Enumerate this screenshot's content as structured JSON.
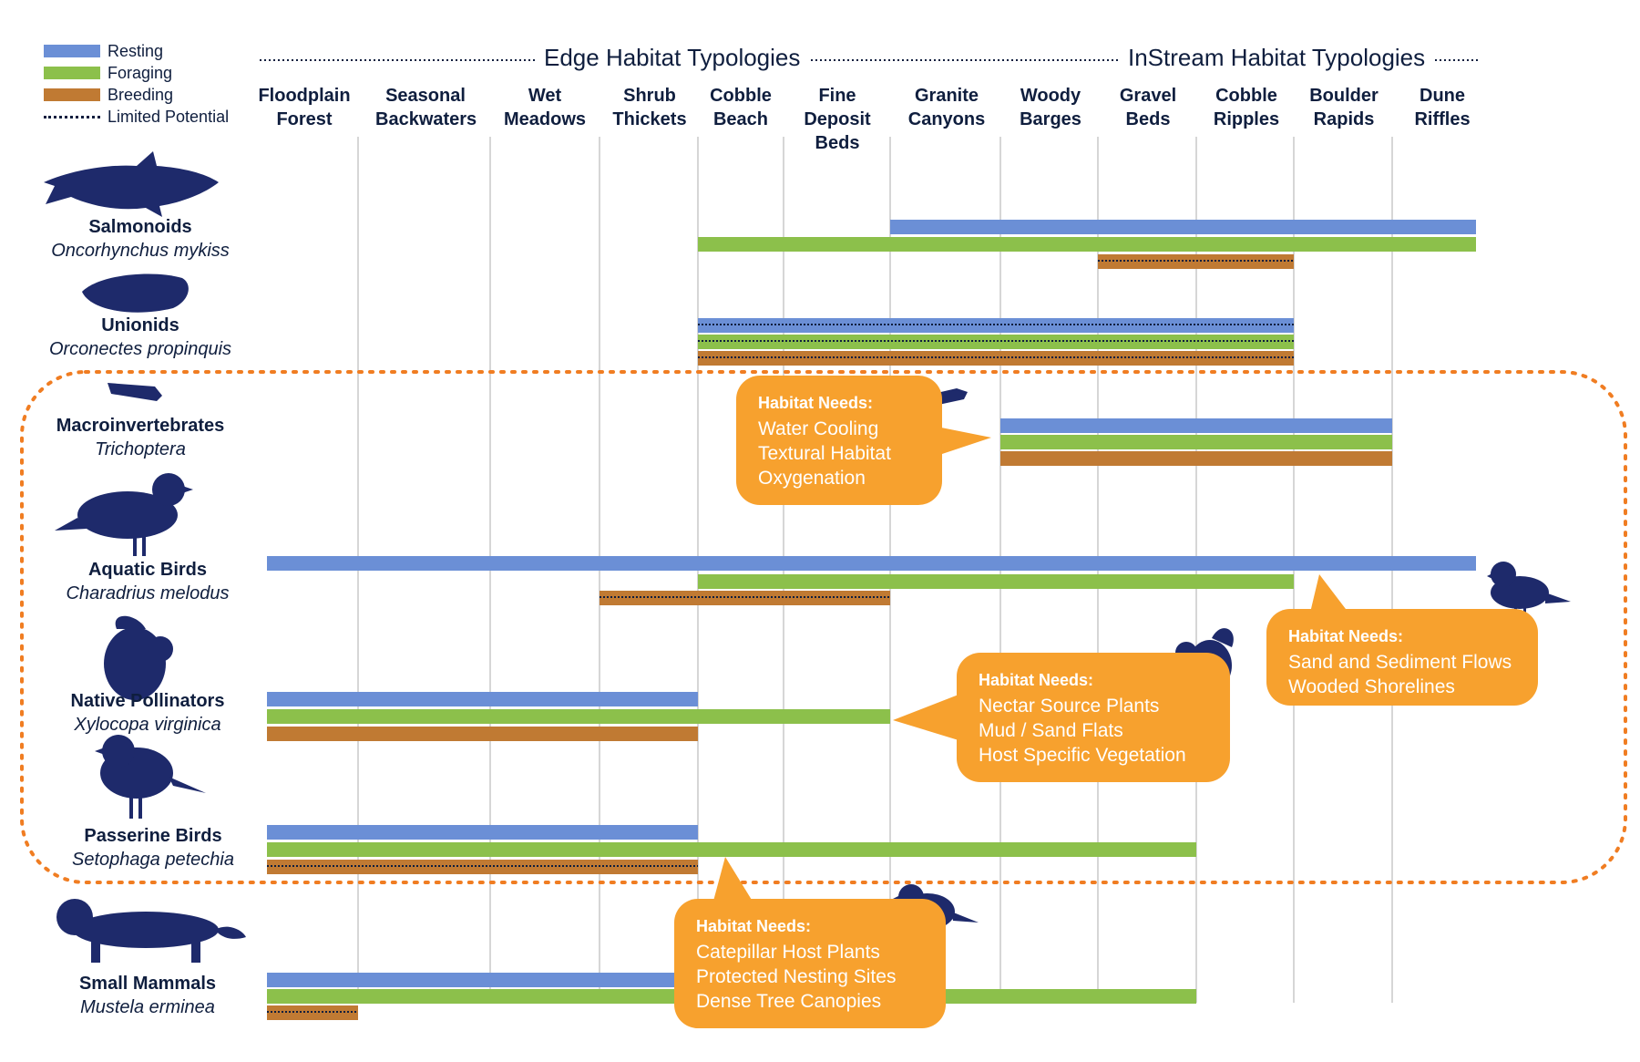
{
  "legend": [
    {
      "label": "Resting",
      "color": "#6b8fd6",
      "style": "solid"
    },
    {
      "label": "Foraging",
      "color": "#8cc04b",
      "style": "solid"
    },
    {
      "label": "Breeding",
      "color": "#c07a33",
      "style": "solid"
    },
    {
      "label": "Limited Potential",
      "color": "#0f1e3e",
      "style": "dotted"
    }
  ],
  "sections": {
    "edge": "Edge Habitat Typologies",
    "instream": "InStream Habitat Typologies"
  },
  "columns": [
    {
      "lines": [
        "Floodplain",
        "Forest"
      ]
    },
    {
      "lines": [
        "Seasonal",
        "Backwaters"
      ]
    },
    {
      "lines": [
        "Wet",
        "Meadows"
      ]
    },
    {
      "lines": [
        "Shrub",
        "Thickets"
      ]
    },
    {
      "lines": [
        "Cobble",
        "Beach"
      ]
    },
    {
      "lines": [
        "Fine",
        "Deposit",
        "Beds"
      ]
    },
    {
      "lines": [
        "Granite",
        "Canyons"
      ]
    },
    {
      "lines": [
        "Woody",
        "Barges"
      ]
    },
    {
      "lines": [
        "Gravel",
        "Beds"
      ]
    },
    {
      "lines": [
        "Cobble",
        "Ripples"
      ]
    },
    {
      "lines": [
        "Boulder",
        "Rapids"
      ]
    },
    {
      "lines": [
        "Dune",
        "Riffles"
      ]
    }
  ],
  "species": [
    {
      "common": "Salmonoids",
      "latin": "Oncorhynchus mykiss",
      "icon": "fish-icon"
    },
    {
      "common": "Unionids",
      "latin": "Orconectes propinquis",
      "icon": "mussel-icon"
    },
    {
      "common": "Macroinvertebrates",
      "latin": "Trichoptera",
      "icon": "caddisfly-icon"
    },
    {
      "common": "Aquatic Birds",
      "latin": "Charadrius melodus",
      "icon": "plover-icon"
    },
    {
      "common": "Native Pollinators",
      "latin": "Xylocopa virginica",
      "icon": "bee-icon"
    },
    {
      "common": "Passerine Birds",
      "latin": "Setophaga petechia",
      "icon": "warbler-icon"
    },
    {
      "common": "Small Mammals",
      "latin": "Mustela erminea",
      "icon": "weasel-icon"
    }
  ],
  "callouts": [
    {
      "title": "Habitat Needs:",
      "items": [
        "Water Cooling",
        "Textural Habitat",
        "Oxygenation"
      ],
      "icon": "caddisfly-icon"
    },
    {
      "title": "Habitat Needs:",
      "items": [
        "Sand and Sediment Flows",
        "Wooded Shorelines"
      ],
      "icon": "plover-icon"
    },
    {
      "title": "Habitat Needs:",
      "items": [
        "Nectar Source Plants",
        "Mud / Sand Flats",
        "Host Specific Vegetation"
      ],
      "icon": "bee-icon"
    },
    {
      "title": "Habitat Needs:",
      "items": [
        "Catepillar Host Plants",
        "Protected Nesting Sites",
        "Dense Tree Canopies"
      ],
      "icon": "warbler-icon"
    }
  ],
  "colors": {
    "ink": "#0f1e3e",
    "resting": "#6b8fd6",
    "foraging": "#8cc04b",
    "breeding": "#c07a33",
    "callout": "#f7a12e",
    "focus_outline": "#f07d22",
    "gridline": "#c8c8c8"
  }
}
